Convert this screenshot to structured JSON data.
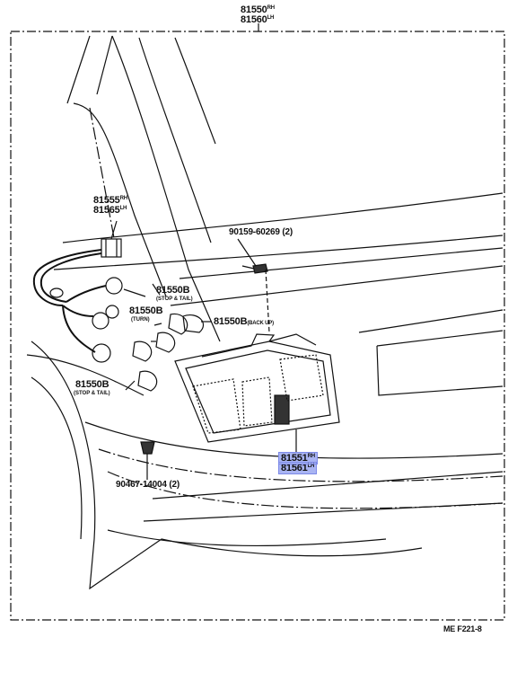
{
  "top": {
    "pn1": "81550",
    "side1": "RH",
    "pn2": "81560",
    "side2": "LH"
  },
  "harness": {
    "pn1": "81555",
    "side1": "RH",
    "pn2": "81565",
    "side2": "LH"
  },
  "screw": {
    "text": "90159-60269 (2)"
  },
  "bulb_stop_tail_1": {
    "pn": "81550B",
    "note": "(STOP & TAIL)"
  },
  "bulb_turn": {
    "pn": "81550B",
    "note": "(TURN)"
  },
  "bulb_back_up": {
    "pn": "81550B",
    "note": "(BACK UP)"
  },
  "bulb_stop_tail_2": {
    "pn": "81550B",
    "note": "(STOP & TAIL)"
  },
  "lens": {
    "pn1": "81551",
    "side1": "RH",
    "pn2": "81561",
    "side2": "LH"
  },
  "clip": {
    "text": "90467-14004 (2)"
  },
  "figure_code": "ME F221-8",
  "colors": {
    "ink": "#111111",
    "highlight": "#a9b4f2"
  }
}
